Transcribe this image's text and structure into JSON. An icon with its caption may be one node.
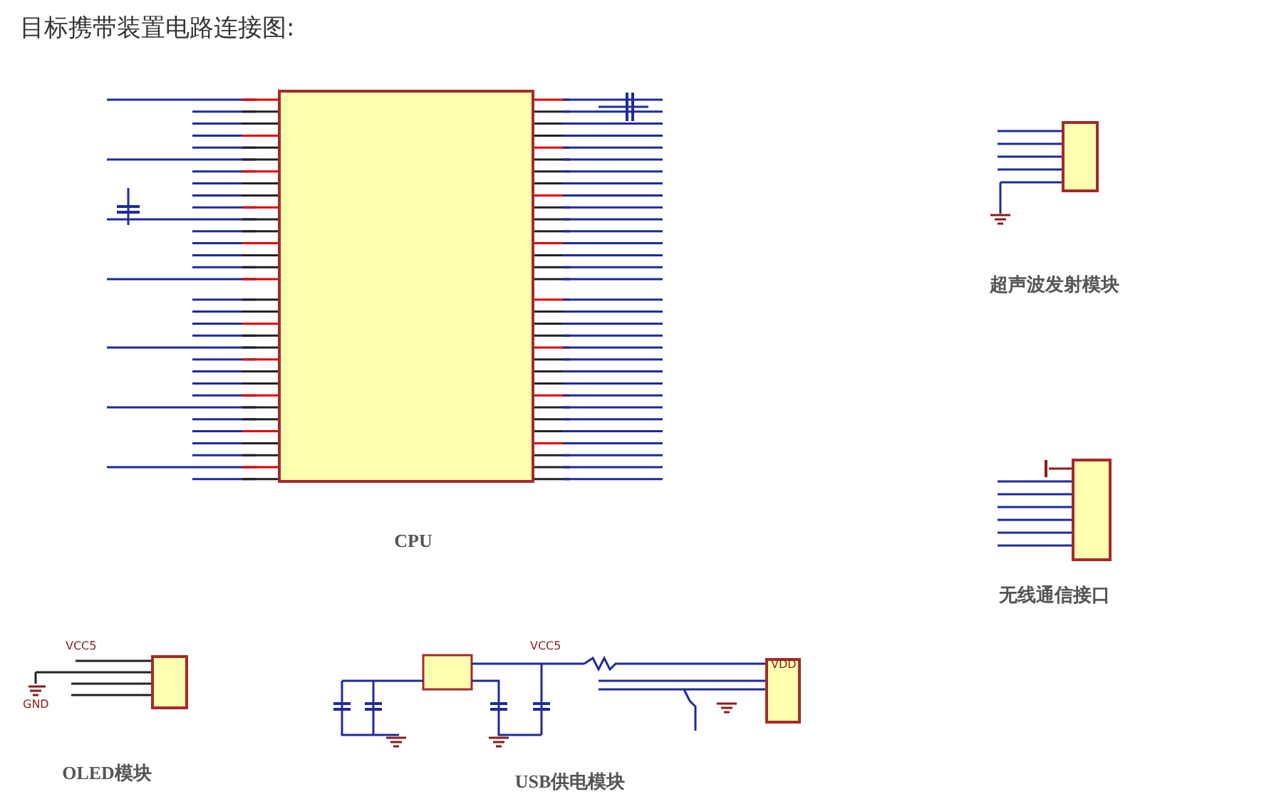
{
  "diagram": {
    "title": "目标携带装置电路连接图:",
    "nodes": [
      {
        "text": [],
        "shape": "box"
      },
      {
        "text": [],
        "shape": "box"
      },
      {
        "text": [],
        "shape": "box"
      },
      {
        "text": [],
        "shape": "box"
      },
      {
        "text": [],
        "shape": "box"
      }
    ],
    "labels": [
      "超声波发射模块",
      "CPU",
      "无线通信接口",
      "VCC5",
      "VCC5",
      "VDD",
      "GND",
      "OLED模块",
      "USB供电模块"
    ]
  }
}
